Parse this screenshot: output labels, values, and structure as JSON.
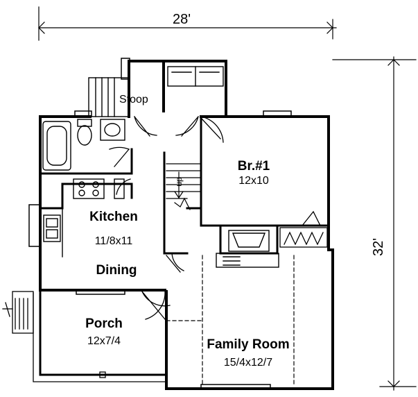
{
  "overall": {
    "width": "28'",
    "depth": "32'"
  },
  "rooms": {
    "stoop": {
      "name": "Stoop"
    },
    "bedroom": {
      "name": "Br.#1",
      "size": "12x10"
    },
    "kitchen": {
      "name": "Kitchen",
      "size": "11/8x11"
    },
    "dining": {
      "name": "Dining"
    },
    "porch": {
      "name": "Porch",
      "size": "12x7/4"
    },
    "family": {
      "name": "Family Room",
      "size": "15/4x12/7"
    }
  },
  "stairs": {
    "label": "up"
  }
}
